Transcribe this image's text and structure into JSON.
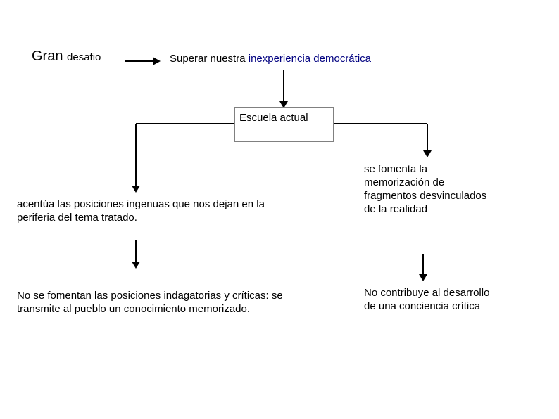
{
  "slide": {
    "title_row": {
      "lead_big": "Gran ",
      "lead_small": "desafio",
      "target_prefix": "Superar nuestra ",
      "target_accent": "inexperiencia democrática",
      "accent_color": "#000080"
    },
    "central_box": {
      "label": "Escuela actual",
      "border_color": "#808080",
      "fill_color": "#FFFFFF"
    },
    "branches": {
      "left": {
        "consequence": "acentúa las posiciones ingenuas que nos dejan en la periferia del tema tratado.",
        "outcome": "No se fomentan las posiciones indagatorias y críticas: se transmite al pueblo un conocimiento memorizado."
      },
      "right": {
        "consequence": "se fomenta la memorización de fragmentos desvinculados de la realidad",
        "outcome": "No contribuye al desarrollo de una conciencia crítica"
      }
    },
    "connectors": [
      {
        "name": "arrow-gran-to-superar",
        "kind": "horizontal-arrow"
      },
      {
        "name": "arrow-superar-to-box",
        "kind": "vertical-arrow"
      },
      {
        "name": "split-bus-from-box",
        "kind": "horizontal-bus"
      },
      {
        "name": "arrow-bus-to-left-consequence",
        "kind": "vertical-arrow"
      },
      {
        "name": "arrow-bus-to-right-consequence",
        "kind": "vertical-arrow"
      },
      {
        "name": "arrow-left-consequence-to-outcome",
        "kind": "vertical-arrow"
      },
      {
        "name": "arrow-right-consequence-to-outcome",
        "kind": "vertical-arrow"
      }
    ]
  }
}
